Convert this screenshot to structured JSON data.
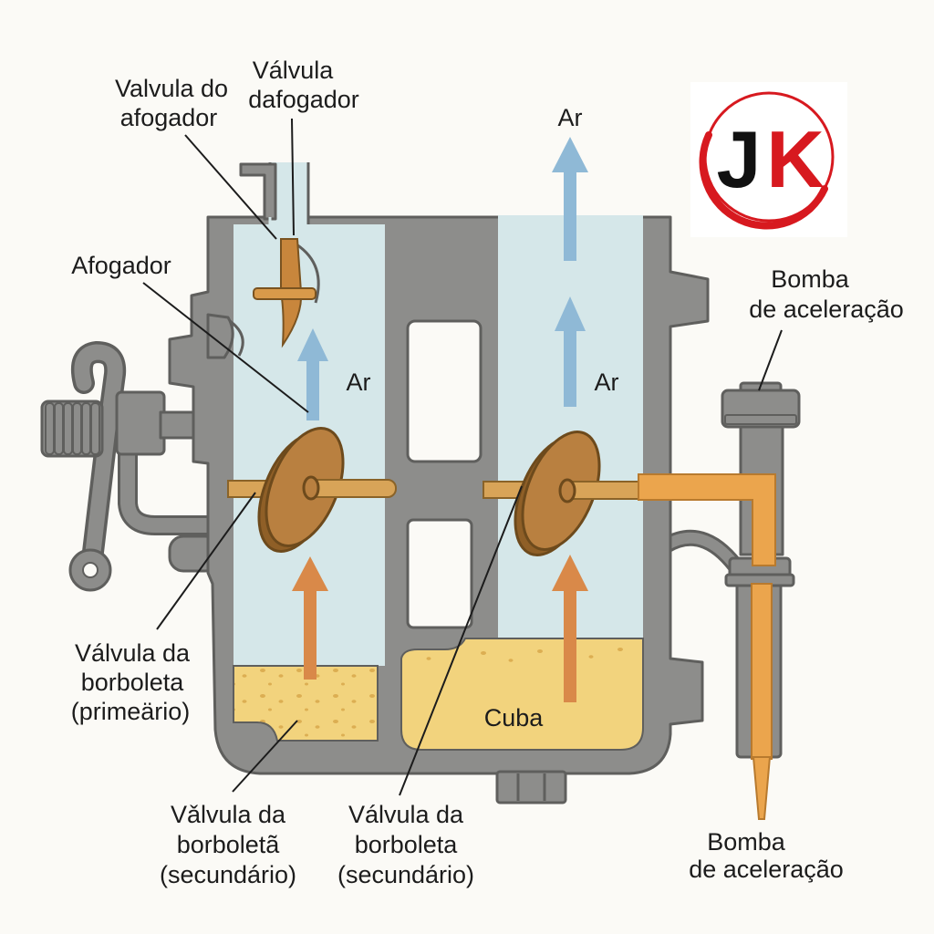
{
  "labels": {
    "choke_valve_left": {
      "line1": "Valvula do",
      "line2": "afogador"
    },
    "choke_valve_top": {
      "line1": "Válvula",
      "line2": "dafogador"
    },
    "air_top": "Ar",
    "choke": "Afogador",
    "air_primary": "Ar",
    "air_secondary": "Ar",
    "accel_pump_top": {
      "line1": "Bomba",
      "line2": "de aceleração"
    },
    "throttle_primary": {
      "line1": "Válvula da",
      "line2": "borboleta",
      "line3": "(primeärio)"
    },
    "bowl": "Cuba",
    "throttle_secondary_left": {
      "line1": "Vǎlvula da",
      "line2": "borboletã",
      "line3": "(secundário)"
    },
    "throttle_secondary_mid": {
      "line1": "Válvula da",
      "line2": "borboleta",
      "line3": "(secundário)"
    },
    "accel_pump_bottom": {
      "line1": "Bomba",
      "line2": "de aceleração"
    }
  },
  "logo": {
    "letter1": "J",
    "letter2": "K",
    "ring_color": "#d7191f",
    "letter1_color": "#111111",
    "letter2_color": "#d7191f"
  },
  "colors": {
    "background": "#fbfaf6",
    "body_gray": "#8d8d8b",
    "body_outline": "#5f5f5d",
    "air_chamber": "#d5e7e9",
    "fuel": "#f2d37d",
    "throttle_disc": "#b98040",
    "shaft": "#d8a458",
    "air_arrow": "#8fb9d6",
    "fuel_arrow": "#d98949",
    "pump_rod": "#eba54d"
  }
}
